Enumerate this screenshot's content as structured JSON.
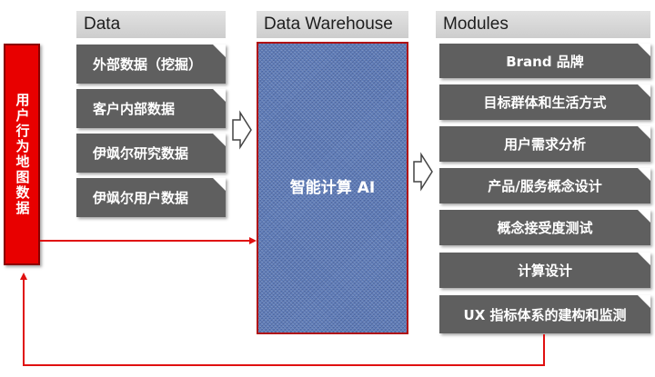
{
  "columns": {
    "data": {
      "header": "Data",
      "items": [
        "外部数据（挖掘）",
        "客户内部数据",
        "伊飒尔研究数据",
        "伊飒尔用户数据"
      ]
    },
    "warehouse": {
      "header": "Data Warehouse",
      "label": "智能计算 AI"
    },
    "modules": {
      "header": "Modules",
      "items": [
        "Brand 品牌",
        "目标群体和生活方式",
        "用户需求分析",
        "产品/服务概念设计",
        "概念接受度测试",
        "计算设计",
        "UX 指标体系的建构和监测"
      ]
    }
  },
  "sidebar": {
    "label": "用户行为地图数据"
  },
  "colors": {
    "box": "#5f5f5f",
    "header": "#d6d6d6",
    "accent_red": "#e80000",
    "warehouse_blue": "#5a78b5"
  }
}
